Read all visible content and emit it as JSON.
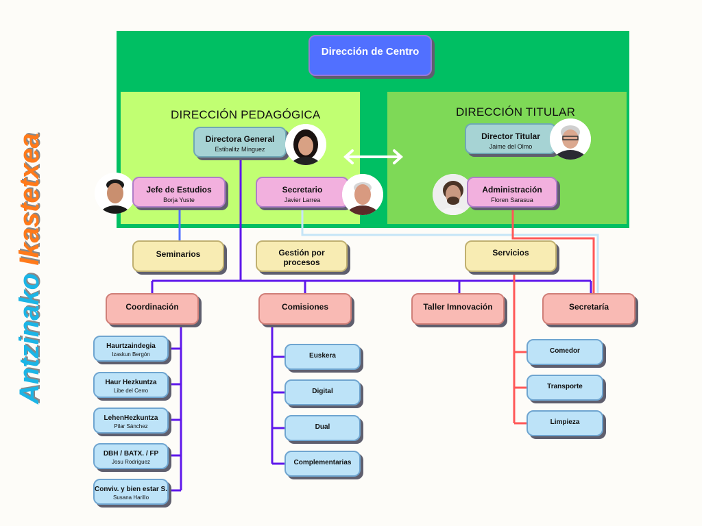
{
  "side_title": {
    "word1": "Antzinako",
    "word2": "Ikastetxea",
    "color1": "#1cb5e6",
    "color2": "#ff7a1a"
  },
  "top": {
    "label": "Dirección de Centro"
  },
  "pedagogica": {
    "title": "DIRECCIÓN PEDAGÓGICA",
    "directora": {
      "role": "Directora General",
      "name": "Estibalitz Mínguez"
    },
    "jefe": {
      "role": "Jefe de Estudios",
      "name": "Borja Yuste"
    },
    "secretario": {
      "role": "Secretario",
      "name": "Javier Larrea"
    }
  },
  "titular": {
    "title": "DIRECCIÓN TITULAR",
    "director": {
      "role": "Director Titular",
      "name": "Jaime del Olmo"
    },
    "administracion": {
      "role": "Administración",
      "name": "Floren Sarasua"
    }
  },
  "mid": {
    "seminarios": "Seminarios",
    "gestion1": "Gestión por",
    "gestion2": "procesos",
    "servicios": "Servicios"
  },
  "level3": {
    "coordinacion": "Coordinación",
    "comisiones": "Comisiones",
    "taller": "Taller Imnovación",
    "secretaria": "Secretaría"
  },
  "coordinacion_items": [
    {
      "role": "Haurtzaindegia",
      "name": "Izaskun Bergón"
    },
    {
      "role": "Haur Hezkuntza",
      "name": "Libe del Cerro"
    },
    {
      "role": "LehenHezkuntza",
      "name": "Pilar Sánchez"
    },
    {
      "role": "DBH / BATX. / FP",
      "name": "Josu Rodríguez"
    },
    {
      "role": "Conviv. y bien estar S.",
      "name": "Susana Harillo"
    }
  ],
  "comisiones_items": [
    "Euskera",
    "Digital",
    "Dual",
    "Complementarias"
  ],
  "servicios_items": [
    "Comedor",
    "Transporte",
    "Limpieza"
  ],
  "colors": {
    "outer": "#00bf63",
    "pedagogica": "#c1ff72",
    "titular": "#7ed957",
    "purple_line": "#5e17eb",
    "red_line": "#ff5757",
    "lightblue_line": "#c5e5f7",
    "blue_line": "#5271ff"
  }
}
